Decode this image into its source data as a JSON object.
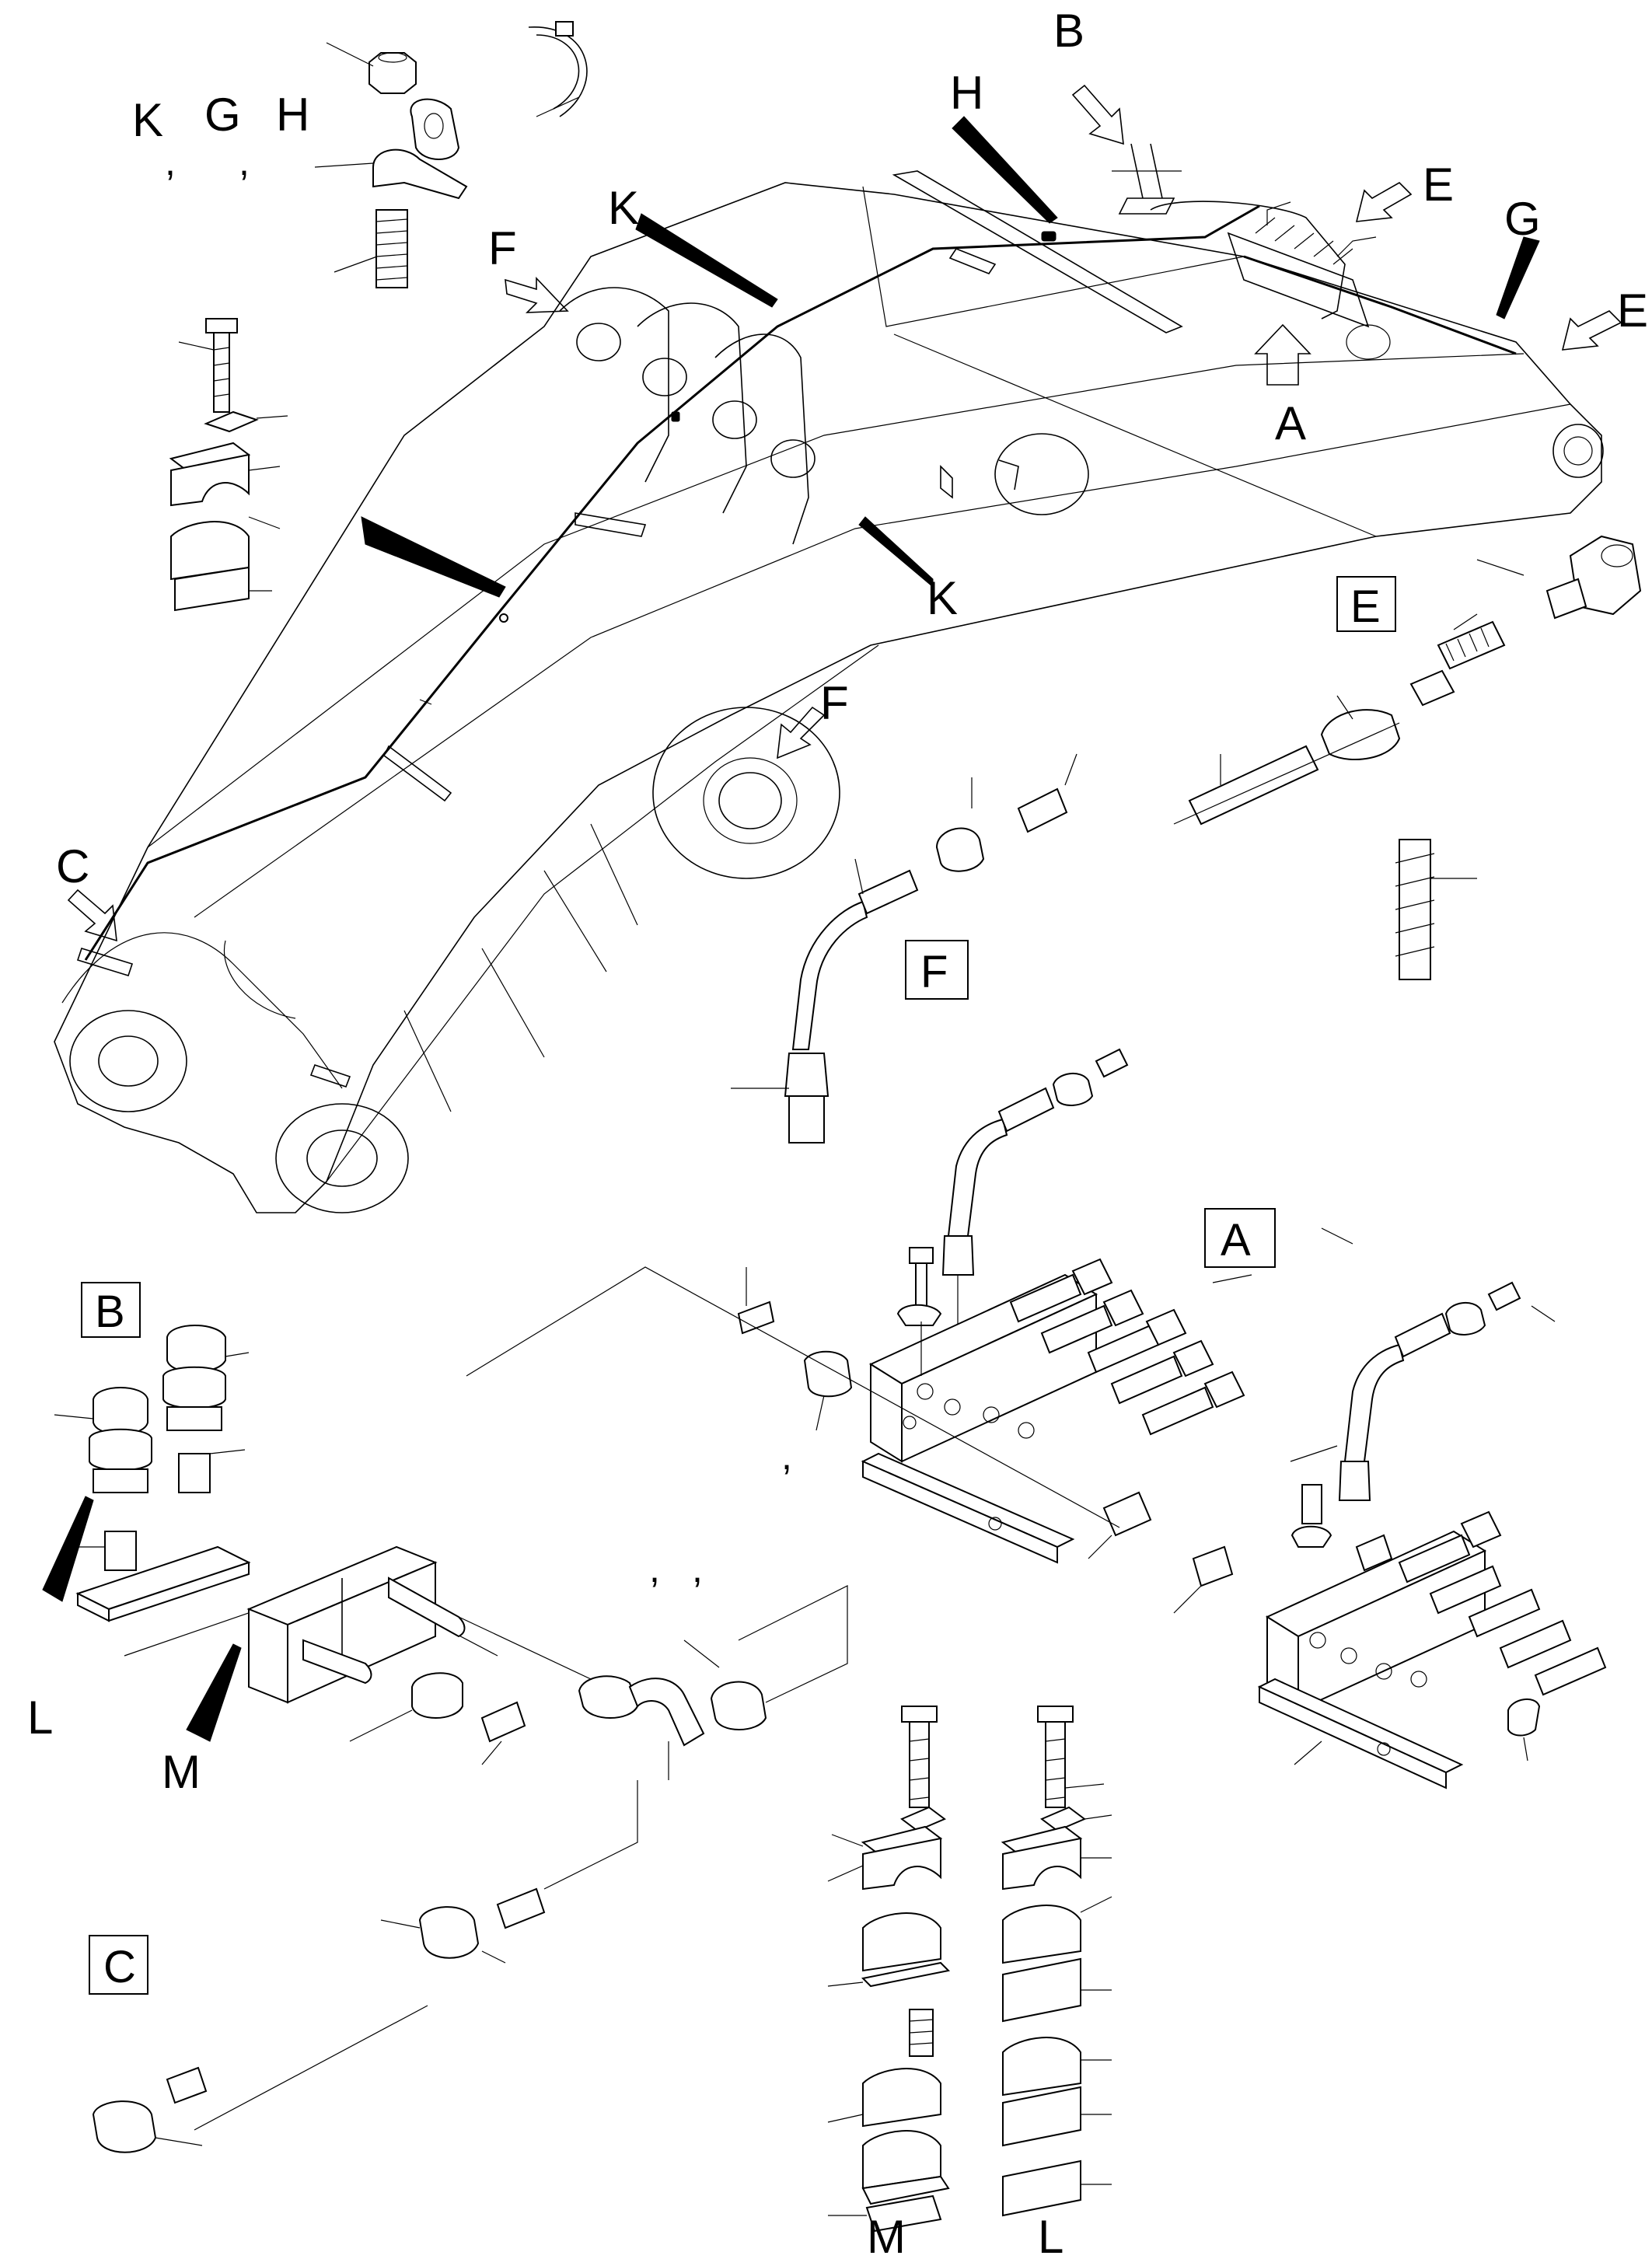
{
  "labels": {
    "top_header_k": "K",
    "top_header_g": "G",
    "top_header_h": "H",
    "comma": ",",
    "callout_b": "B",
    "callout_h": "H",
    "callout_k_top": "K",
    "callout_e_top": "E",
    "callout_g": "G",
    "callout_e_right": "E",
    "callout_f_left": "F",
    "callout_a": "A",
    "callout_k_mid": "K",
    "callout_f_mid": "F",
    "callout_c": "C",
    "box_e": "E",
    "box_f": "F",
    "box_a": "A",
    "box_b": "B",
    "box_c": "C",
    "callout_l_left": "L",
    "callout_m_left": "M",
    "callout_m_bottom": "M",
    "callout_l_bottom": "L"
  }
}
